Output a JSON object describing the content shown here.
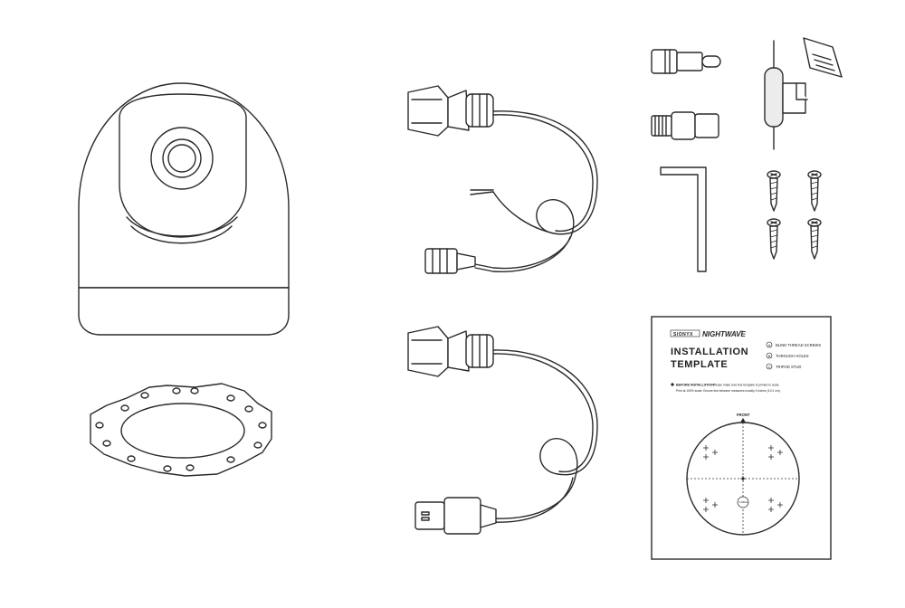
{
  "template_sheet": {
    "brand": "SIONYX",
    "product": "NIGHTWAVE",
    "trademark": "™",
    "title_line1": "INSTALLATION",
    "title_line2": "TEMPLATE",
    "legend": [
      {
        "marker": "A",
        "label": "BLIND THREAD SCREWS"
      },
      {
        "marker": "B",
        "label": "THROUGH HOLES"
      },
      {
        "marker": "C",
        "label": "TRIPOD STUD"
      }
    ],
    "notice_heading": "BEFORE INSTALLATION:",
    "notice_line1": "Please make sure this template is printed to scale.",
    "notice_line2": "Print at 100% scale. Ensure line between measures exactly 4 inches (10.2 cm).",
    "front_label": "FRONT",
    "cable_label": "CABLE"
  }
}
